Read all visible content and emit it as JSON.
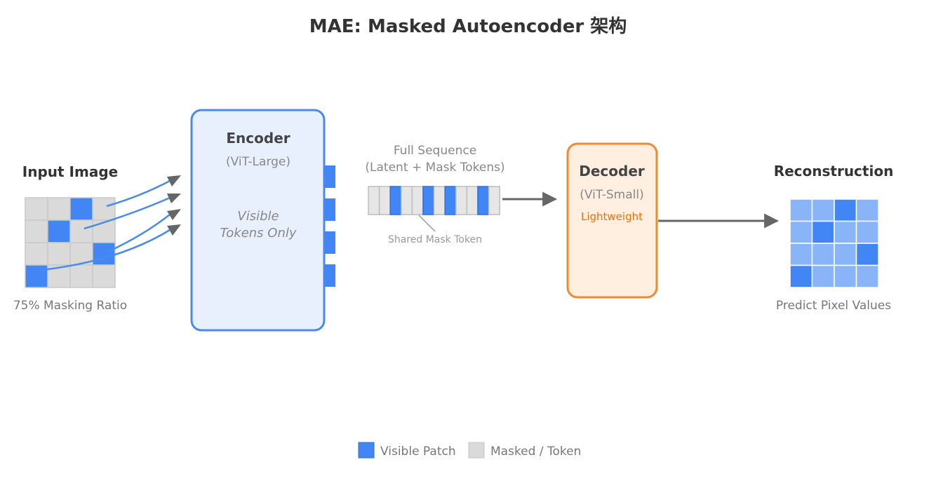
{
  "title": "MAE: Masked Autoencoder 架构",
  "input": {
    "label": "Input Image",
    "caption": "75% Masking Ratio",
    "grid": [
      [
        0,
        0,
        1,
        0
      ],
      [
        0,
        1,
        0,
        0
      ],
      [
        0,
        0,
        0,
        1
      ],
      [
        1,
        0,
        0,
        0
      ]
    ]
  },
  "encoder": {
    "title": "Encoder",
    "subtitle": "(ViT-Large)",
    "note_line1": "Visible",
    "note_line2": "Tokens Only"
  },
  "sequence": {
    "title_line1": "Full Sequence",
    "title_line2": "(Latent + Mask Tokens)",
    "tokens": [
      0,
      0,
      1,
      0,
      0,
      1,
      0,
      1,
      0,
      0,
      1,
      0
    ],
    "mask_token_label": "Shared Mask Token"
  },
  "decoder": {
    "title": "Decoder",
    "subtitle": "(ViT-Small)",
    "note": "Lightweight"
  },
  "reconstruction": {
    "label": "Reconstruction",
    "caption": "Predict Pixel Values",
    "grid": [
      [
        0,
        0,
        1,
        0
      ],
      [
        0,
        1,
        0,
        0
      ],
      [
        0,
        0,
        0,
        1
      ],
      [
        1,
        0,
        0,
        0
      ]
    ]
  },
  "legend": {
    "visible_label": "Visible Patch",
    "masked_label": "Masked / Token"
  },
  "colors": {
    "visible": "#4285f4",
    "masked": "#dadada",
    "recon_light": "#8ab4f8",
    "encoder_fill": "#e8f0fe",
    "encoder_stroke": "#4a8ae8",
    "decoder_fill": "#feefe0",
    "decoder_stroke": "#f08a2e",
    "decoder_note": "#e8710a",
    "arrow": "#666666",
    "curve": "#4a8ae8"
  }
}
